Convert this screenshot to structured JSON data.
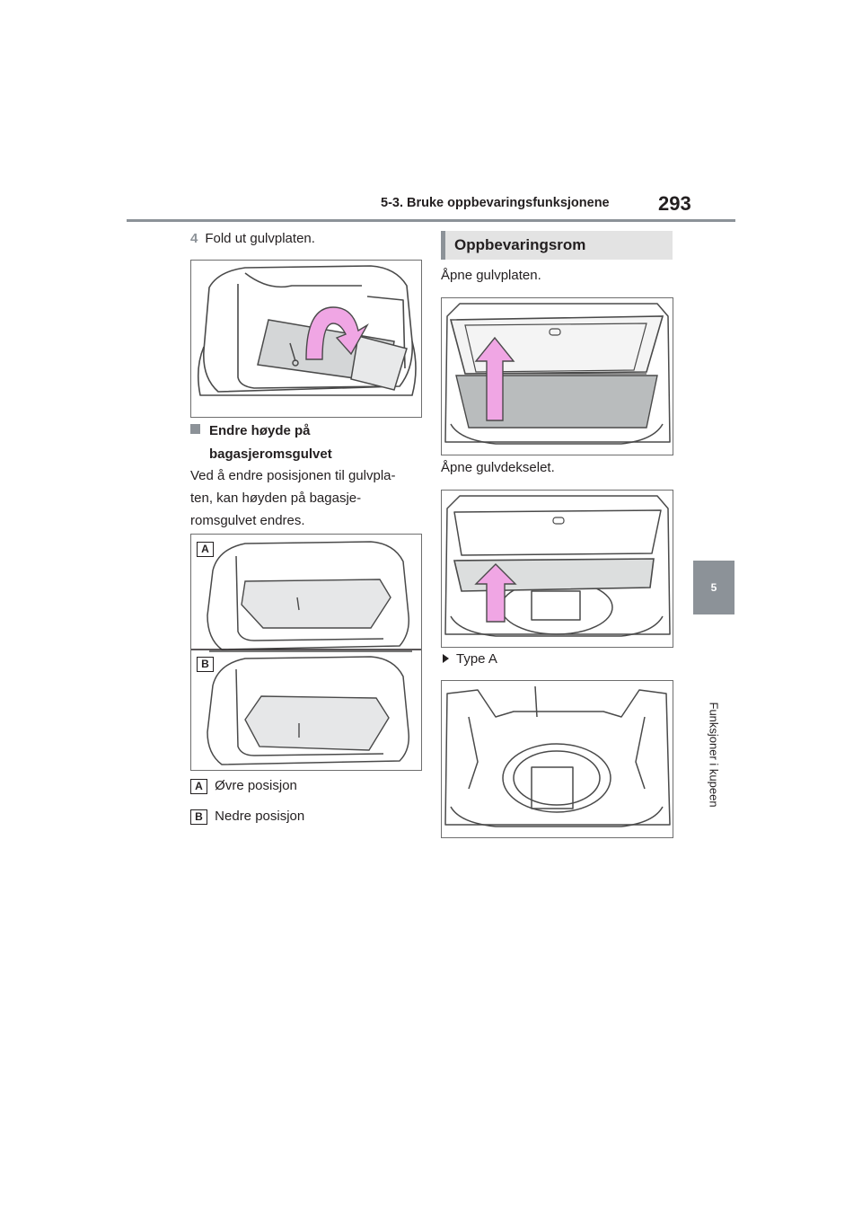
{
  "header": {
    "section_title": "5-3. Bruke oppbevaringsfunksjonene",
    "page_number": "293"
  },
  "side_tab": {
    "chapter_number": "5",
    "chapter_title": "Funksjoner i kupeen"
  },
  "left_column": {
    "step": {
      "number": "4",
      "text": "Fold ut gulvplaten."
    },
    "subheading_line1": "Endre høyde på",
    "subheading_line2": "bagasjeromsgulvet",
    "paragraph_lines": [
      "Ved å endre posisjonen til gulvpla-",
      "ten, kan høyden på bagasje-",
      "romsgulvet endres."
    ],
    "figure_labels": {
      "a": "A",
      "b": "B"
    },
    "legend": [
      {
        "label": "A",
        "text": "Øvre posisjon"
      },
      {
        "label": "B",
        "text": "Nedre posisjon"
      }
    ]
  },
  "right_column": {
    "section_heading": "Oppbevaringsrom",
    "text_open_board": "Åpne gulvplaten.",
    "text_open_cover": "Åpne gulvdekselet.",
    "bullet_type": "Type A"
  },
  "colors": {
    "accent_gray": "#8c9298",
    "arrow_pink": "#f0a6e4",
    "panel_gray": "#b9bcbd",
    "line_dark": "#4a4a4a"
  }
}
